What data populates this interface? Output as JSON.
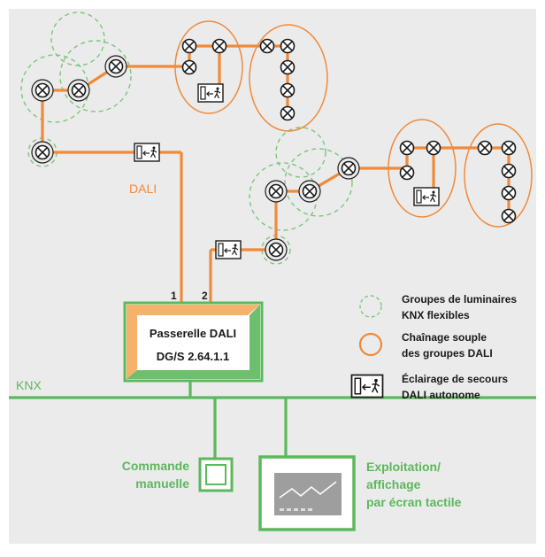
{
  "colors": {
    "background": "#ebebeb",
    "orange": "#f08a3a",
    "green": "#5cb85c",
    "green_dashed": "#7cc67c",
    "knx_label": "#5cb85c",
    "dali_label": "#f08a3a",
    "gateway_fill_top": "#f6b26b",
    "gateway_fill_bottom": "#fbe3c5",
    "text_dark": "#1a1a1a",
    "screen_fill": "#9e9e9e"
  },
  "labels": {
    "dali": "DALI",
    "knx": "KNX",
    "port1": "1",
    "port2": "2",
    "gateway_line1": "Passerelle DALI",
    "gateway_line2": "DG/S 2.64.1.1",
    "manual_line1": "Commande",
    "manual_line2": "manuelle",
    "touch_line1": "Exploitation/",
    "touch_line2": "affichage",
    "touch_line3": "par écran tactile"
  },
  "legend": {
    "group_line1": "Groupes de luminaires",
    "group_line2": "KNX flexibles",
    "chain_line1": "Chaînage souple",
    "chain_line2": "des groupes DALI",
    "emergency_line1": "Éclairage de secours",
    "emergency_line2": "DALI autonome"
  },
  "icons": {
    "luminaire": "luminaire-x-icon",
    "emergency": "emergency-exit-icon",
    "manual": "manual-control-icon",
    "touch": "touch-panel-icon"
  }
}
